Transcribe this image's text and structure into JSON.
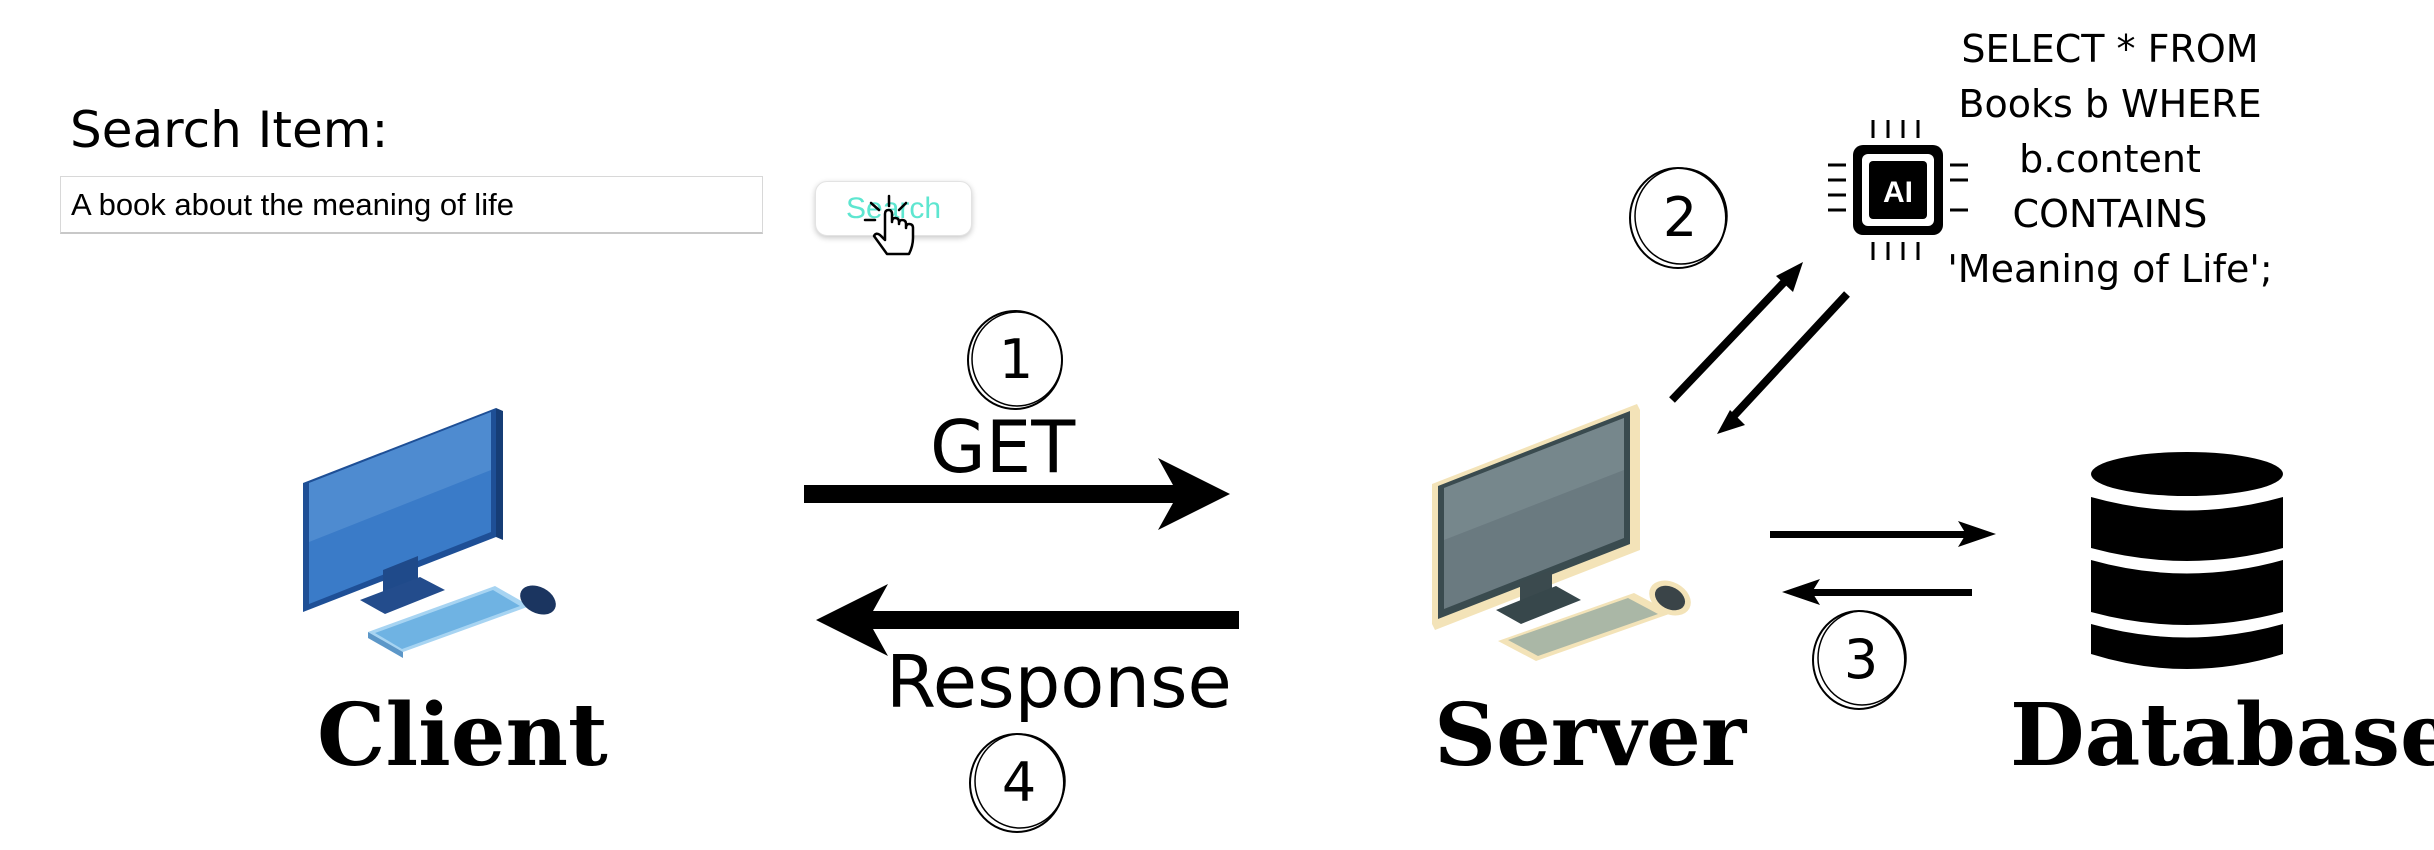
{
  "search": {
    "label": "Search Item:",
    "value": "A book about the meaning of life",
    "button_label": "Search"
  },
  "nodes": {
    "client": "Client",
    "server": "Server",
    "database": "Database",
    "ai_chip_text": "AI"
  },
  "arrows": {
    "get": "GET",
    "response": "Response"
  },
  "steps": [
    "1",
    "2",
    "3",
    "4"
  ],
  "query_lines": [
    "SELECT * FROM",
    "Books b WHERE",
    "b.content",
    "CONTAINS",
    "'Meaning of Life';"
  ],
  "colors": {
    "search_button_text": "#5ee6d0",
    "client_monitor": "#2f6db3",
    "server_monitor": "#5f6f73",
    "server_outline_glow": "#f3e3b8",
    "arrows": "#000000"
  }
}
